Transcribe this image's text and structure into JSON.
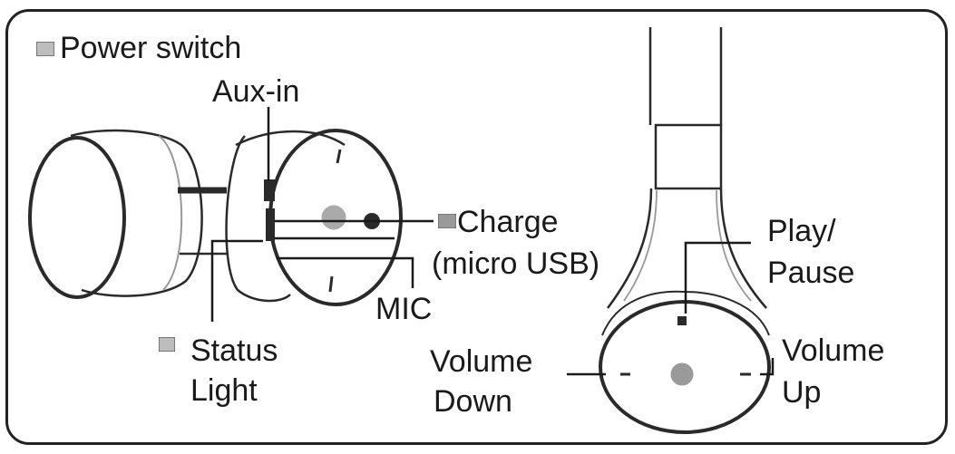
{
  "labels": {
    "power_switch": "Power switch",
    "aux_in": "Aux-in",
    "charge_line1": "Charge",
    "charge_line2": "(micro USB)",
    "mic": "MIC",
    "status_line1": "Status",
    "status_line2": "Light",
    "play_line1": "Play/",
    "play_line2": "Pause",
    "vol_down_line1": "Volume",
    "vol_down_line2": "Down",
    "vol_up_line1": "Volume",
    "vol_up_line2": "Up"
  },
  "icons": [
    "power-switch-icon",
    "charge-icon",
    "status-light-icon"
  ],
  "colors": {
    "line": "#1a1a1a",
    "ink": "#2a2a2a",
    "button": "#9a9a9a",
    "icon": "#bdbdbd"
  }
}
